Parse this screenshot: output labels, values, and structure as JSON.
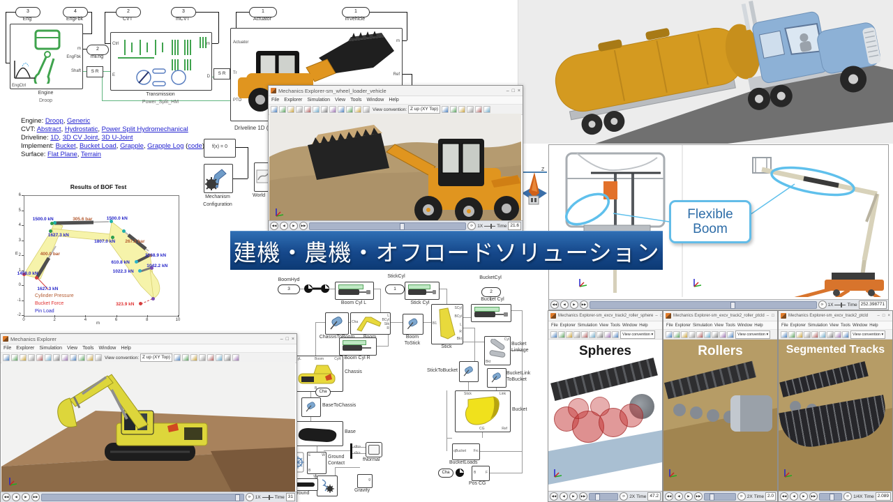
{
  "banner": {
    "text": "建機・農機・オフロードソリューション"
  },
  "mx": {
    "app_title": "Mechanics Explorer",
    "menus": [
      "File",
      "Explorer",
      "Simulation",
      "View",
      "Tools",
      "Window",
      "Help"
    ],
    "view_convention_label": "View convention:",
    "view_convention_value": "Z up (XY Top)",
    "minimize": "–",
    "maximize": "□",
    "close": "×"
  },
  "windows": {
    "excavator": {
      "title": "Mechanics Explorer",
      "speed": "1X",
      "time_label": "Time",
      "time": "31"
    },
    "loader": {
      "title": "Mechanics Explorer-sm_wheel_loader_vehicle",
      "speed": "1X",
      "time_label": "Time",
      "time": "21.6"
    },
    "boom": {
      "speed": "1X",
      "time_label": "Time",
      "time": "252.398771",
      "callout_line1": "Flexible",
      "callout_line2": "Boom"
    },
    "spheres": {
      "title": "Mechanics Explorer-sm_excv_track2_roller_sphere",
      "caption": "Spheres",
      "speed": "2X",
      "time_label": "Time",
      "time": "47.2"
    },
    "rollers": {
      "title": "Mechanics Explorer-sm_excv_track2_roller_ptcld",
      "caption": "Rollers",
      "speed": "2X",
      "time_label": "Time",
      "time": "2.0"
    },
    "tracks": {
      "title": "Mechanics Explorer-sm_excv_track2_ptcld",
      "caption": "Segmented Tracks",
      "speed": "1/4X",
      "time_label": "Time",
      "time": "2.089"
    }
  },
  "driveline": {
    "ports": {
      "eng": {
        "num": "3",
        "label": "Eng"
      },
      "engfbk": {
        "num": "4",
        "label": "EngFbk"
      },
      "cvt": {
        "num": "2",
        "label": "CVT"
      },
      "mcvt": {
        "num": "3",
        "label": "mCVT"
      },
      "meng": {
        "num": "2",
        "label": "mEng"
      },
      "actuator": {
        "num": "1",
        "label": "Actuator"
      },
      "mvehicle": {
        "num": "1",
        "label": "mVehicle"
      }
    },
    "engine": {
      "name": "Engine",
      "variant": "Droop",
      "p_engctrl": "EngCtrl",
      "p_engfbk": "EngFbk",
      "p_m": "m",
      "p_shaft": "Shaft"
    },
    "transmission": {
      "name": "Transmission",
      "variant": "Power_Split_HM",
      "p_ctrl": "Ctrl",
      "p_e": "E",
      "p_m": "m",
      "p_d": "D"
    },
    "vehicle": {
      "caption": "Driveline 1D (",
      "p_actuator": "Actuator",
      "p_tr": "Tr",
      "p_pto": "PTO",
      "p_m": "m",
      "p_ref": "Ref"
    },
    "sr": "S R",
    "solver": "f(x) = 0",
    "mechcfg1": "Mechanism",
    "mechcfg2": "Configuration",
    "world": "World"
  },
  "links": {
    "rows": [
      {
        "parts": [
          {
            "t": "Engine: "
          },
          {
            "t": "Droop",
            "link": true
          },
          {
            "t": ", "
          },
          {
            "t": "Generic",
            "link": true
          }
        ]
      },
      {
        "parts": [
          {
            "t": "CVT: "
          },
          {
            "t": "Abstract",
            "link": true
          },
          {
            "t": ", "
          },
          {
            "t": "Hydrostatic",
            "link": true
          },
          {
            "t": ", "
          },
          {
            "t": "Power Split Hydromechanical",
            "link": true
          }
        ]
      },
      {
        "parts": [
          {
            "t": "Driveline: "
          },
          {
            "t": "1D",
            "link": true
          },
          {
            "t": ", "
          },
          {
            "t": "3D CV Joint",
            "link": true
          },
          {
            "t": ", "
          },
          {
            "t": "3D U-Joint",
            "link": true
          }
        ]
      },
      {
        "parts": [
          {
            "t": "Implement: "
          },
          {
            "t": "Bucket",
            "link": true
          },
          {
            "t": ", "
          },
          {
            "t": "Bucket Load",
            "link": true
          },
          {
            "t": ", "
          },
          {
            "t": "Grapple",
            "link": true
          },
          {
            "t": ", "
          },
          {
            "t": "Grapple Log",
            "link": true
          },
          {
            "t": " ("
          },
          {
            "t": "code",
            "link": true
          },
          {
            "t": ")"
          }
        ]
      },
      {
        "parts": [
          {
            "t": "Surface: "
          },
          {
            "t": "Flat Plane",
            "link": true
          },
          {
            "t": ", "
          },
          {
            "t": "Terrain",
            "link": true
          }
        ]
      }
    ]
  },
  "chart_data": {
    "type": "scatter",
    "title": "Results of BOF Test",
    "xlabel": "m",
    "ylabel": "m",
    "xlim": [
      0,
      10
    ],
    "ylim": [
      -2,
      6
    ],
    "xticks": [
      0,
      2,
      4,
      6,
      8,
      10
    ],
    "yticks": [
      -2,
      -1,
      0,
      1,
      2,
      3,
      4,
      5,
      6
    ],
    "legend": [
      {
        "label": "Cylinder Pressure",
        "color": "#b3592f"
      },
      {
        "label": "Bucket Force",
        "color": "#e03131"
      },
      {
        "label": "Pin Load",
        "color": "#2424c8"
      }
    ],
    "annotations": [
      {
        "t": "1500.0 kN",
        "c": "#2424c8",
        "x": 1.3,
        "y": 4.35
      },
      {
        "t": "305.6 bar",
        "c": "#b3592f",
        "x": 3.9,
        "y": 4.35
      },
      {
        "t": "1500.0 kN",
        "c": "#2424c8",
        "x": 6.1,
        "y": 4.4
      },
      {
        "t": "1627.3 kN",
        "c": "#2424c8",
        "x": 2.3,
        "y": 3.3
      },
      {
        "t": "1807.0 kN",
        "c": "#2424c8",
        "x": 5.3,
        "y": 2.9
      },
      {
        "t": "267.2 bar",
        "c": "#b3592f",
        "x": 7.3,
        "y": 2.9
      },
      {
        "t": "400.0 bar",
        "c": "#b3592f",
        "x": 1.8,
        "y": 2.05
      },
      {
        "t": "2668.9 kN",
        "c": "#2424c8",
        "x": 8.6,
        "y": 1.95
      },
      {
        "t": "610.8 kN",
        "c": "#2424c8",
        "x": 6.4,
        "y": 1.5
      },
      {
        "t": "1042.2 kN",
        "c": "#2424c8",
        "x": 8.7,
        "y": 1.25
      },
      {
        "t": "1458.0 kN",
        "c": "#2424c8",
        "x": 0.3,
        "y": 0.75
      },
      {
        "t": "1022.3 kN",
        "c": "#2424c8",
        "x": 6.5,
        "y": 0.9
      },
      {
        "t": "1627.3 kN",
        "c": "#2424c8",
        "x": 1.6,
        "y": -0.3
      },
      {
        "t": "323.9 kN",
        "c": "#e03131",
        "x": 6.7,
        "y": -1.3
      }
    ],
    "points": [
      {
        "x": 2.0,
        "y": 4.15,
        "c": "#20b2aa"
      },
      {
        "x": 5.7,
        "y": 4.25,
        "c": "#20b2aa"
      },
      {
        "x": 6.5,
        "y": 3.6,
        "c": "#20b2aa"
      },
      {
        "x": 1.85,
        "y": 4.1,
        "c": "#2e9e4f"
      },
      {
        "x": 1.75,
        "y": 3.6,
        "c": "#2e9e4f"
      },
      {
        "x": 5.75,
        "y": 3.2,
        "c": "#2e9e4f"
      },
      {
        "x": 0.0,
        "y": 0.7,
        "c": "#d43c3c"
      },
      {
        "x": 0.85,
        "y": 0.5,
        "c": "#d43c3c"
      },
      {
        "x": 7.6,
        "y": -1.25,
        "c": "#d43c3c"
      },
      {
        "x": 8.2,
        "y": 2.0,
        "c": "#e0a73a"
      },
      {
        "x": 8.3,
        "y": 1.15,
        "c": "#7a4fb0"
      },
      {
        "x": 8.4,
        "y": -0.9,
        "c": "#7a4fb0"
      },
      {
        "x": 7.3,
        "y": 1.55,
        "c": "#2bb3c9"
      },
      {
        "x": 7.55,
        "y": 0.95,
        "c": "#2bb3c9"
      }
    ]
  },
  "excv": {
    "ports": {
      "boomhyd": {
        "num": "3",
        "label": "BoomHyd"
      },
      "stickcyl": {
        "num": "1",
        "label": "StickCyl"
      },
      "bucketcyl": {
        "num": "2",
        "label": "BucketCyl"
      },
      "cha1": "Cha",
      "cha2": "Cha"
    },
    "blocks": {
      "boom_cyl_l": "Boom Cyl L",
      "stick_cyl": "Stick Cyl",
      "bucket_cyl": "Bucket Cyl",
      "chassis_to_boom": "ChassisToBoom",
      "boom": "Boom",
      "boom_to_stick1": "Boom",
      "boom_to_stick2": "ToStick",
      "stick": "Stick",
      "boom_cyl_r": "Boom Cyl R",
      "chassis": "Chassis",
      "bucket_linkage1": "Bucket",
      "bucket_linkage2": "Linkage",
      "stick_to_bucket": "StickToBucket",
      "bucketlink1": "BucketLink",
      "bucketlink2": "ToBucket",
      "base_to_chassis": "BaseToChassis",
      "base": "Base",
      "ground_contact1": "Ground",
      "ground_contact2": "Contact",
      "fnormal": "fNormal",
      "gravity": "Gravity",
      "ground": "Ground",
      "bucket": "Bucket",
      "bucketloads": "BucketLoads",
      "pos_cg": "Pos CG"
    },
    "port_labels": {
      "fn": "<fn>",
      "fz": "<fz>",
      "qbucket": "qBucket",
      "frc": "Frc",
      "b": "B",
      "f": "F",
      "b1": "B1",
      "scyl": "SCyl",
      "bcyl": "BCyl",
      "l": "L",
      "r": "R",
      "bkt": "Bkt"
    }
  }
}
